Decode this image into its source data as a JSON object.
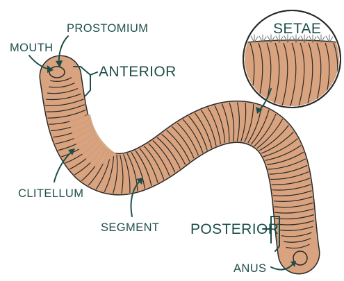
{
  "colors": {
    "body": "#d8a37e",
    "outline": "#2a2a2a",
    "label": "#1d4f4a",
    "setae": "#6e6e6e",
    "background": "#ffffff"
  },
  "labels": {
    "prostomium": "PROSTOMIUM",
    "mouth": "MOUTH",
    "anterior": "ANTERIOR",
    "setae": "SETAE",
    "clitellum": "CLITELLUM",
    "segment": "SEGMENT",
    "posterior": "POSTERIOR",
    "anus": "ANUS"
  }
}
